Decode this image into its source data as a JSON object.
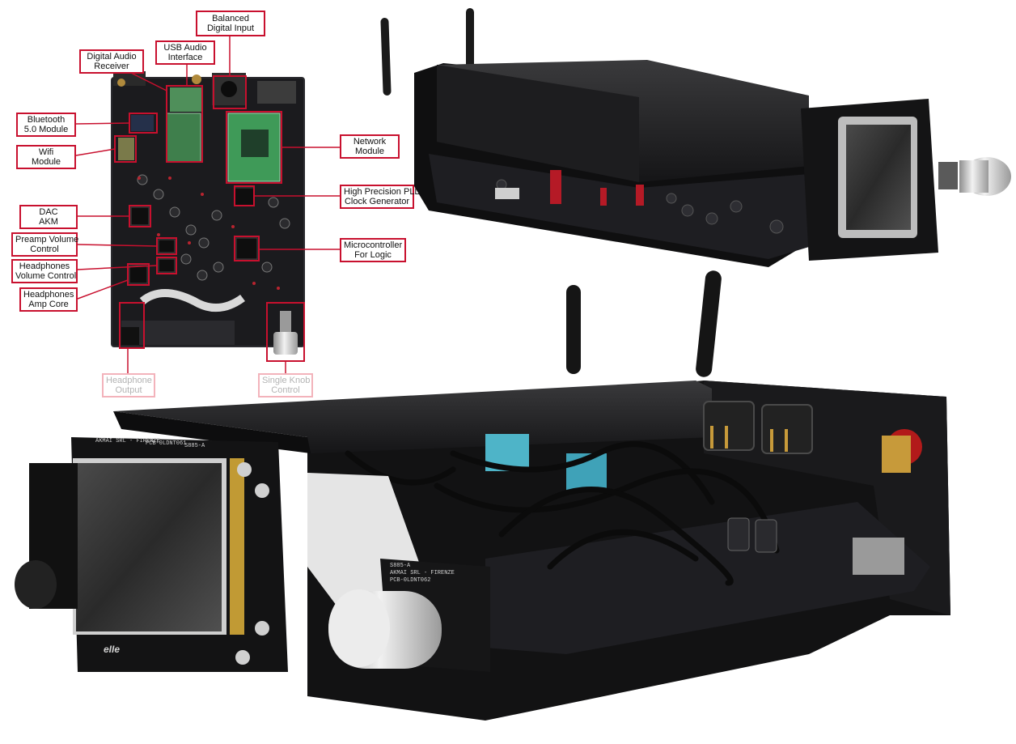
{
  "colors": {
    "callout_border": "#c8102e",
    "callout_border_faded": "#f3b3bb",
    "leader_line": "#c8102e",
    "pcb": "#1c1c1f",
    "chassis": "#111113",
    "knob": "#c9c9c9"
  },
  "callouts": {
    "balanced_digital_input": {
      "line1": "Balanced",
      "line2": "Digital Input"
    },
    "usb_audio_interface": {
      "line1": "USB Audio",
      "line2": "Interface"
    },
    "digital_audio_receiver": {
      "line1": "Digital Audio",
      "line2": "Receiver"
    },
    "bluetooth_module": {
      "line1": "Bluetooth",
      "line2": "5.0 Module"
    },
    "wifi_module": {
      "line1": "Wifi",
      "line2": "Module"
    },
    "network_module": {
      "line1": "Network",
      "line2": "Module"
    },
    "pll_clock": {
      "line1": "High Precision PLL",
      "line2": "Clock Generator"
    },
    "dac_akm": {
      "line1": "DAC",
      "line2": "AKM"
    },
    "preamp_volume": {
      "line1": "Preamp Volume",
      "line2": "Control"
    },
    "microcontroller": {
      "line1": "Microcontroller",
      "line2": "For Logic"
    },
    "headphones_volume": {
      "line1": "Headphones",
      "line2": "Volume Control"
    },
    "headphones_amp": {
      "line1": "Headphones",
      "line2": "Amp Core"
    },
    "headphone_output": {
      "line1": "Headphone",
      "line2": "Output"
    },
    "single_knob": {
      "line1": "Single Knob",
      "line2": "Control"
    }
  },
  "panel_silkscreen": {
    "top_left": "AKMAI SRL - FIRENZE",
    "top_code": "PCB-0LDNT061",
    "top_id": "S885-A",
    "knob_board_line1": "S885-A",
    "knob_board_line2": "AKMAI SRL - FIRENZE",
    "knob_board_line3": "PCB-0LDNT062",
    "logo": "eIIe"
  }
}
